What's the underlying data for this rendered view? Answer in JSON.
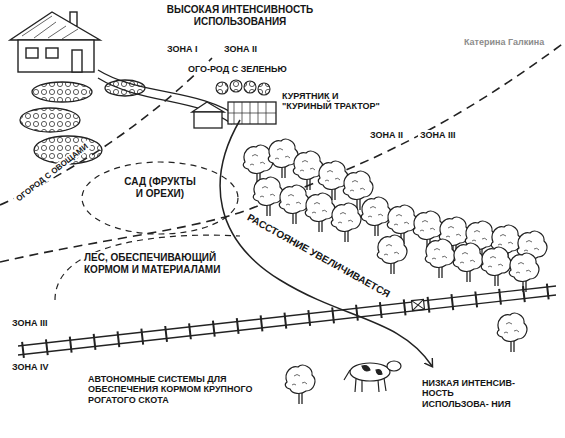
{
  "diagram": {
    "labels": [
      "ВЫСОКАЯ ИНТЕНСИВНОСТЬ ИСПОЛЬЗОВАНИЯ",
      "ЗОНА I",
      "ЗОНА II",
      "Катерина Галкина",
      "ОГО-РОД С ЗЕЛЕНЬЮ",
      "КУРЯТНИК И \"КУРИНЫЙ ТРАКТОР\"",
      "ЗОНА II",
      "ЗОНА III",
      "ОГОРОД С ОВОЩАМИ",
      "САД (ФРУКТЫ И ОРЕХИ)",
      "РАССТОЯНИЕ УВЕЛИЧИВАЕТСЯ",
      "ЛЕС, ОБЕСПЕЧИВАЮЩИЙ КОРМОМ И МАТЕРИАЛАМИ",
      "ЗОНА III",
      "ЗОНА IV",
      "АВТОНОМНЫЕ СИСТЕМЫ ДЛЯ ОБЕСПЕЧЕНИЯ КОРМОМ КРУПНОГО РОГАТОГО СКОТА",
      "НИЗКАЯ ИНТЕНСИВ- НОСТЬ ИСПОЛЬЗОВА- НИЯ"
    ]
  }
}
